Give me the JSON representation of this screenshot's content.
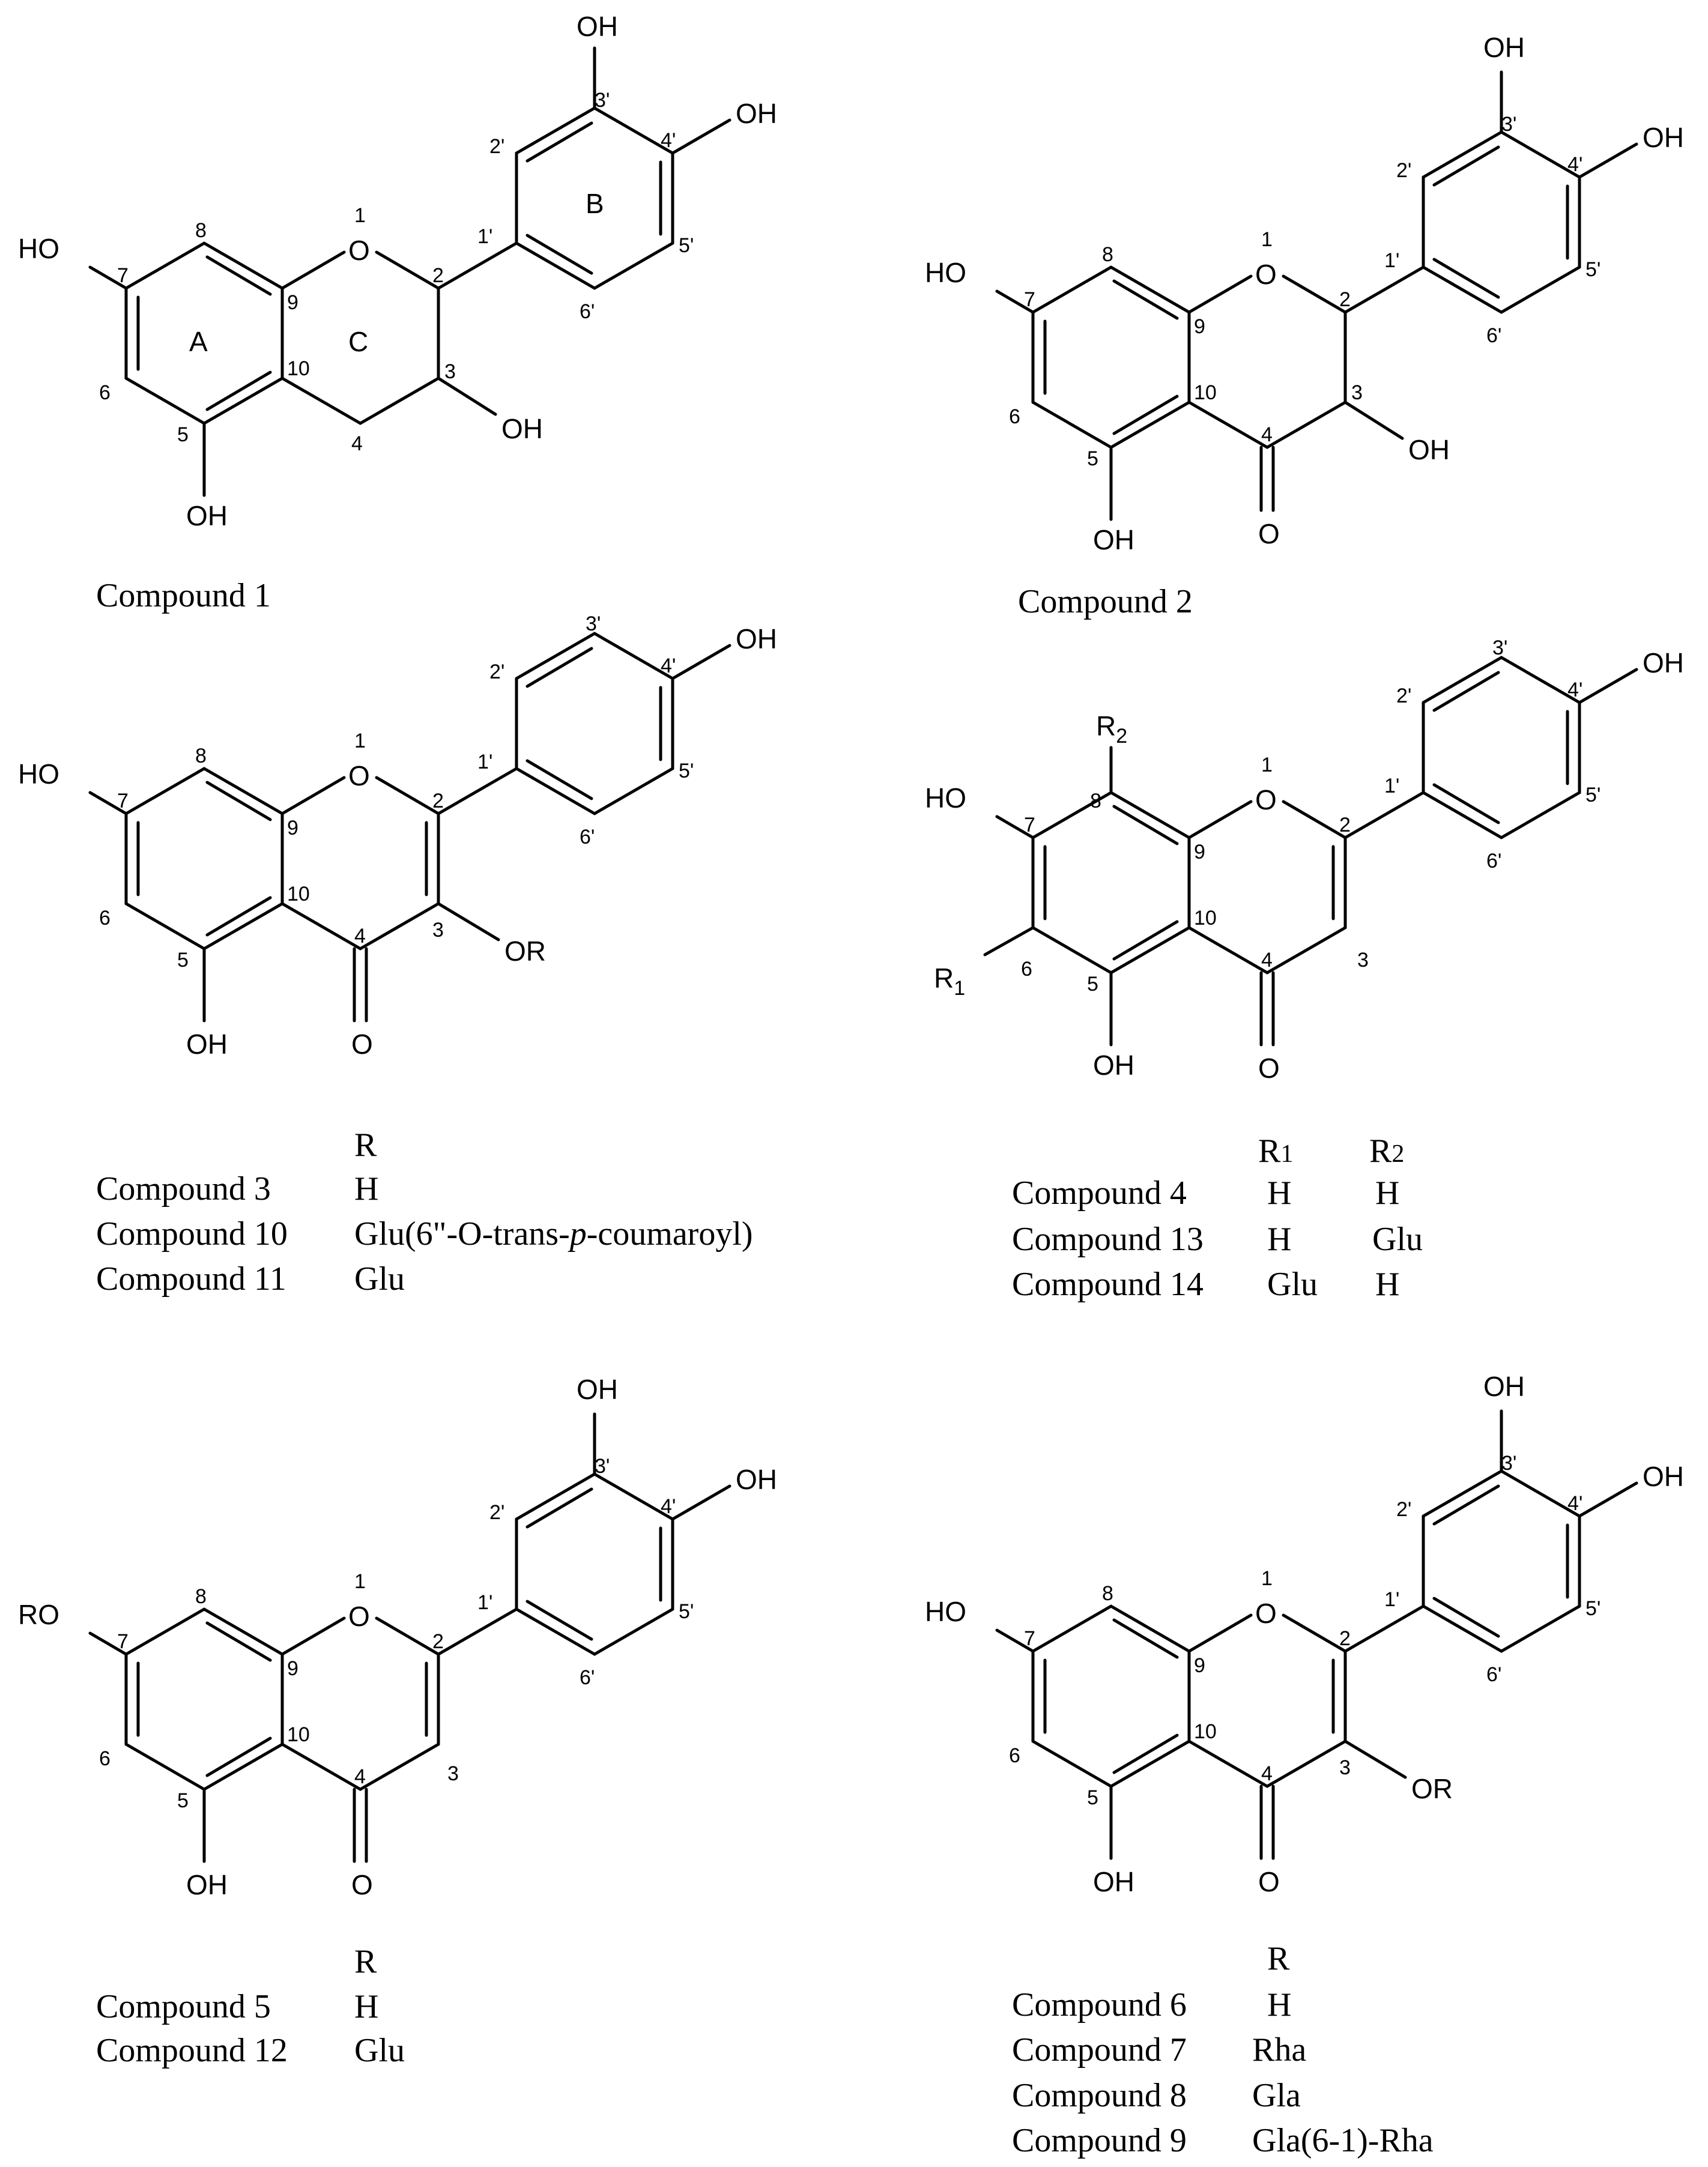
{
  "atoms": {
    "OH": "OH",
    "O": "O",
    "HO": "HO",
    "OR": "OR",
    "RO": "RO",
    "R1": "R",
    "R1_sub": "1",
    "R2": "R",
    "R2_sub": "2"
  },
  "positions": {
    "p1": "1",
    "p2": "2",
    "p3": "3",
    "p4": "4",
    "p5": "5",
    "p6": "6",
    "p7": "7",
    "p8": "8",
    "p9": "9",
    "p10": "10",
    "p1p": "1'",
    "p2p": "2'",
    "p3p": "3'",
    "p4p": "4'",
    "p5p": "5'",
    "p6p": "6'"
  },
  "rings": {
    "A": "A",
    "B": "B",
    "C": "C"
  },
  "compound1": {
    "caption": "Compound 1"
  },
  "compound2": {
    "caption": "Compound 2"
  },
  "table3": {
    "header_r": "R",
    "rows": [
      {
        "name": "Compound 3",
        "r": "H"
      },
      {
        "name": "Compound 10",
        "r_prefix": "Glu(6\"-O-trans-",
        "r_italic": "p",
        "r_suffix": "-coumaroyl)"
      },
      {
        "name": "Compound 11",
        "r": "Glu"
      }
    ]
  },
  "table4": {
    "header_r1": "R",
    "header_r1_sub": "1",
    "header_r2": "R",
    "header_r2_sub": "2",
    "rows": [
      {
        "name": "Compound 4",
        "r1": "H",
        "r2": "H"
      },
      {
        "name": "Compound 13",
        "r1": "H",
        "r2": "Glu"
      },
      {
        "name": "Compound 14",
        "r1": "Glu",
        "r2": "H"
      }
    ]
  },
  "table5": {
    "header_r": "R",
    "rows": [
      {
        "name": "Compound 5",
        "r": "H"
      },
      {
        "name": "Compound 12",
        "r": "Glu"
      }
    ]
  },
  "table6": {
    "header_r": "R",
    "rows": [
      {
        "name": "Compound 6",
        "r": "H"
      },
      {
        "name": "Compound 7",
        "r": "Rha"
      },
      {
        "name": "Compound 8",
        "r": "Gla"
      },
      {
        "name": "Compound 9",
        "r": "Gla(6-1)-Rha"
      }
    ]
  }
}
